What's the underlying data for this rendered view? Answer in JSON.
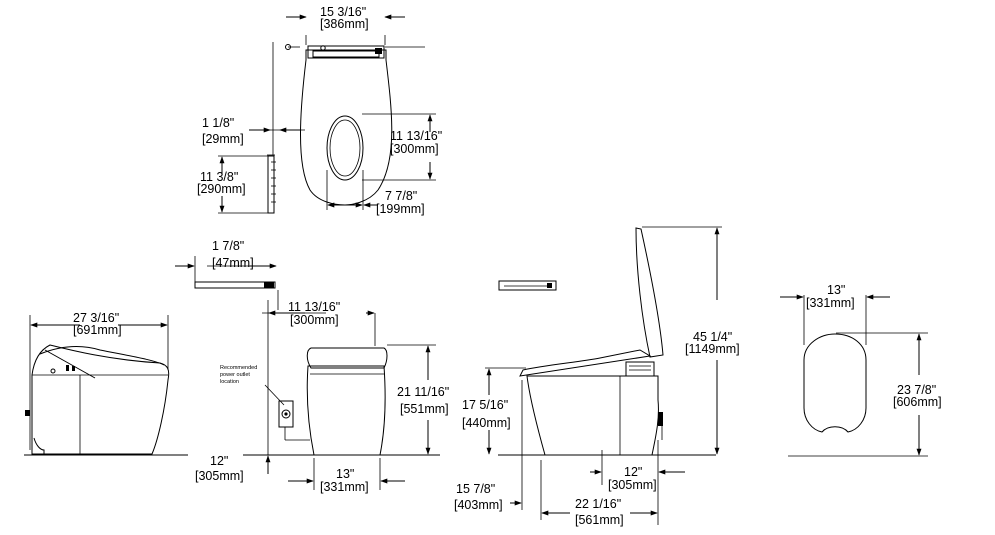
{
  "colors": {
    "line": "#000000",
    "background": "#ffffff"
  },
  "dims": {
    "top_width_in": "15 3/16\"",
    "top_width_mm": "[386mm]",
    "top_offset_in": "1 1/8\"",
    "top_offset_mm": "[29mm]",
    "top_bowl_len_in": "11 13/16\"",
    "top_bowl_len_mm": "[300mm]",
    "top_bowl_w_in": "7 7/8\"",
    "top_bowl_w_mm": "[199mm]",
    "remote_h_in": "11 3/8\"",
    "remote_h_mm": "[290mm]",
    "front_offset_in": "1 7/8\"",
    "front_offset_mm": "[47mm]",
    "side_len_in": "27 3/16\"",
    "side_len_mm": "[691mm]",
    "front_top_w_in": "11 13/16\"",
    "front_top_w_mm": "[300mm]",
    "front_h_in": "21 11/16\"",
    "front_h_mm": "[551mm]",
    "front_rough_in": "12\"",
    "front_rough_mm": "[305mm]",
    "front_base_in": "13\"",
    "front_base_mm": "[331mm]",
    "outlet_note_1": "Recommended",
    "outlet_note_2": "power outlet",
    "outlet_note_3": "location",
    "open_seat_h_in": "17 5/16\"",
    "open_seat_h_mm": "[440mm]",
    "open_total_h_in": "45 1/4\"",
    "open_total_h_mm": "[1149mm]",
    "open_outlet_in": "15 7/8\"",
    "open_outlet_mm": "[403mm]",
    "open_rough_in": "12\"",
    "open_rough_mm": "[305mm]",
    "open_base_in": "22 1/16\"",
    "open_base_mm": "[561mm]",
    "seat_w_in": "13\"",
    "seat_w_mm": "[331mm]",
    "seat_l_in": "23 7/8\"",
    "seat_l_mm": "[606mm]"
  }
}
